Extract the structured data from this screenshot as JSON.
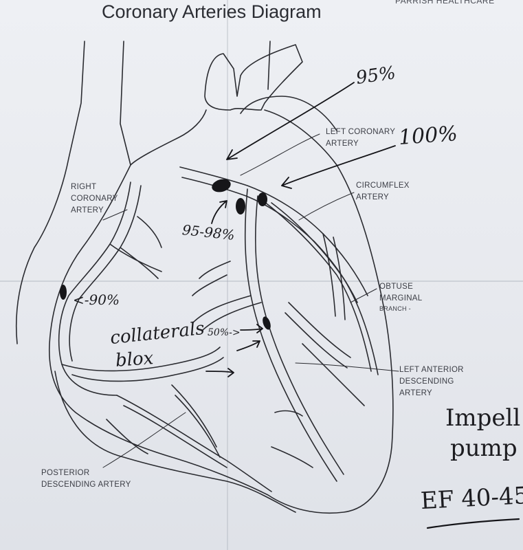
{
  "title": "Coronary Arteries Diagram",
  "brand": "PARRISH HEALTHCARE",
  "labels": {
    "right_coronary_1": "RIGHT",
    "right_coronary_2": "CORONARY",
    "right_coronary_3": "ARTERY",
    "left_coronary_1": "LEFT CORONARY",
    "left_coronary_2": "ARTERY",
    "circumflex_1": "CIRCUMFLEX",
    "circumflex_2": "ARTERY",
    "obtuse_1": "OBTUSE",
    "obtuse_2": "MARGINAL",
    "obtuse_3": "BRANCH -",
    "lad_1": "LEFT ANTERIOR",
    "lad_2": "DESCENDING",
    "lad_3": "ARTERY",
    "posterior_1": "POSTERIOR",
    "posterior_2": "DESCENDING ARTERY"
  },
  "handwriting": {
    "note_95_top": "95%",
    "note_100": "100%",
    "note_95_98": "95-98%",
    "note_90": "<-90%",
    "note_collaterals": "collaterals",
    "note_blox": "blox",
    "note_50": "50%->",
    "note_impella_1": "Impell",
    "note_impella_2": "pump",
    "note_ef": "EF 40-45"
  }
}
